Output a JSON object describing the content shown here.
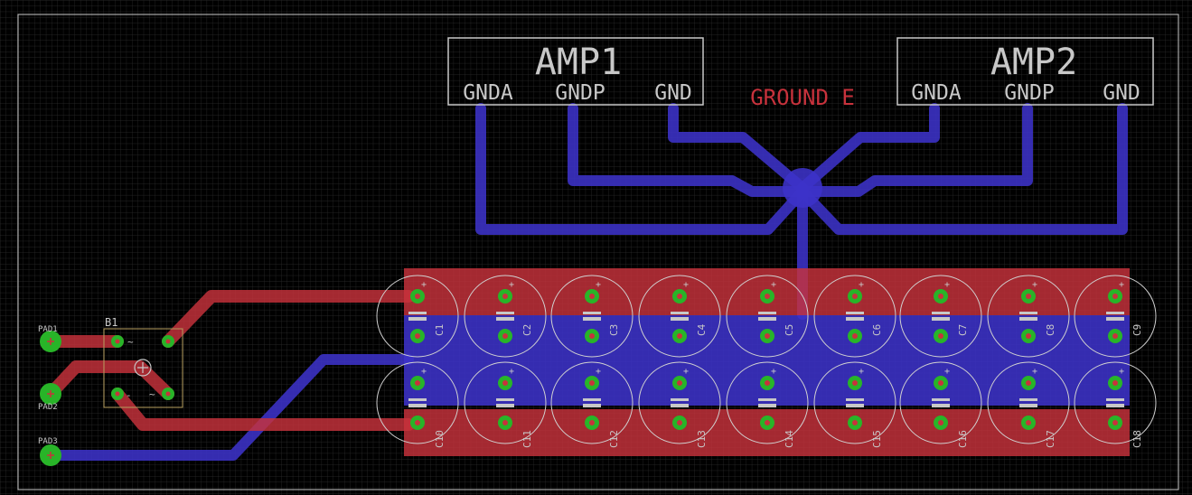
{
  "board": {
    "colors": {
      "background": "#000000",
      "grid": "#3a3a3a",
      "outline": "#c8c8c8",
      "top_copper": "#c8323c",
      "bottom_copper": "#3c32c8",
      "pad": "#28b428",
      "silkscreen": "#c8c8c8",
      "net_label": "#c8323c"
    }
  },
  "amps": [
    {
      "name": "AMP1",
      "pins": [
        "GNDA",
        "GNDP",
        "GND"
      ]
    },
    {
      "name": "AMP2",
      "pins": [
        "GNDA",
        "GNDP",
        "GND"
      ]
    }
  ],
  "ground_label": "GROUND E",
  "pads": [
    {
      "label": "PAD1"
    },
    {
      "label": "PAD2"
    },
    {
      "label": "PAD3"
    }
  ],
  "bridge": {
    "label": "B1"
  },
  "caps_top": [
    "C1",
    "C2",
    "C3",
    "C4",
    "C5",
    "C6",
    "C7",
    "C8",
    "C9"
  ],
  "caps_bottom": [
    "C10",
    "C11",
    "C12",
    "C13",
    "C14",
    "C15",
    "C16",
    "C17",
    "C18"
  ]
}
